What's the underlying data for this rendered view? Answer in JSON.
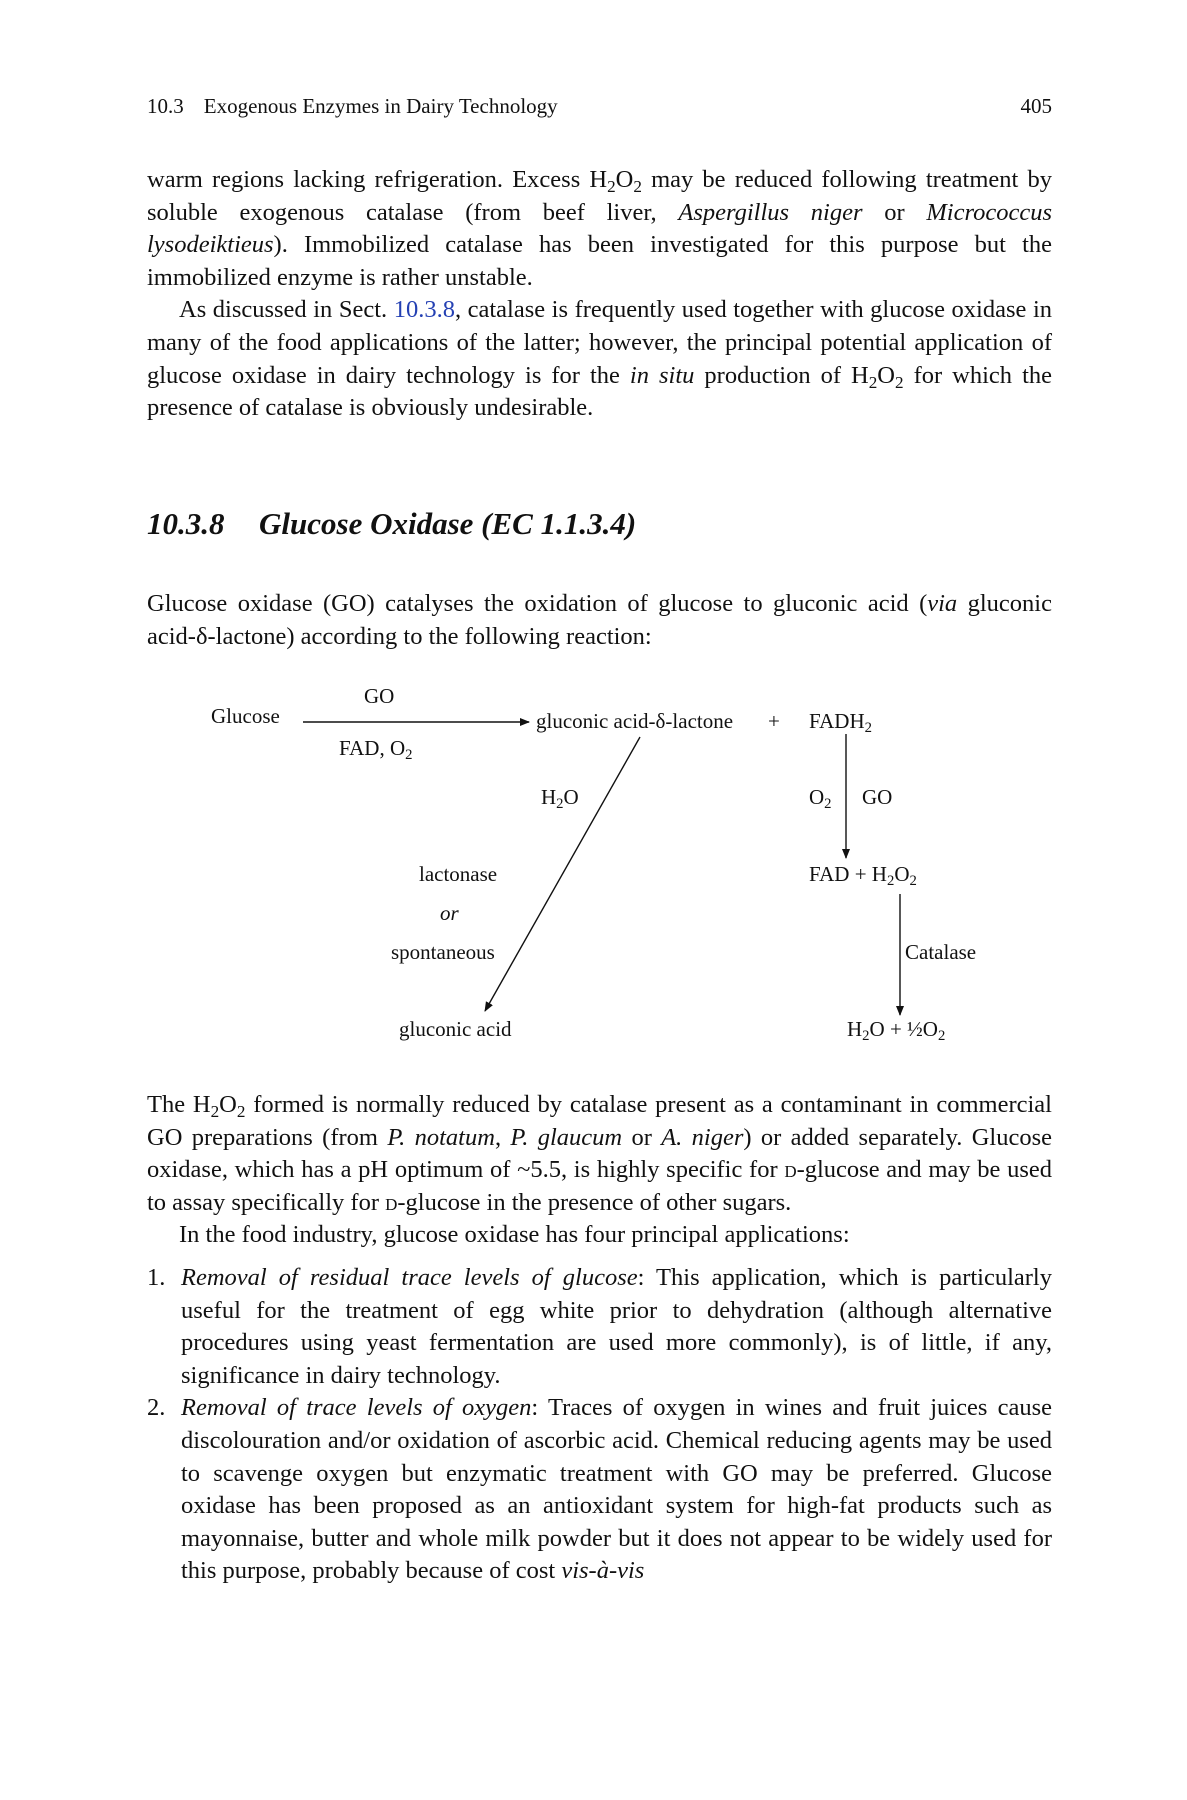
{
  "running_head": {
    "section": "10.3",
    "title": "Exogenous Enzymes in Dairy Technology",
    "page_number": "405"
  },
  "para1": {
    "t1": "warm regions lacking refrigeration. Excess H",
    "t2": " may be reduced following treatment by soluble exogenous catalase (from beef liver, ",
    "species1": "Aspergillus niger",
    "t3": " or ",
    "species2": "Micrococcus lysodeiktieus",
    "t4": "). Immobilized catalase has been investigated for this purpose but the immobilized enzyme is rather unstable."
  },
  "para2": {
    "t1": "As discussed in Sect. ",
    "link": "10.3.8",
    "t2": ", catalase is frequently used together with glucose oxidase in many of the food applications of the latter; however, the principal potential application of glucose oxidase in dairy technology is for the ",
    "italic": "in situ",
    "t3": " production of H",
    "t4": " for which the presence of catalase is obviously undesirable."
  },
  "heading": {
    "number": "10.3.8",
    "title": "Glucose Oxidase (EC 1.1.3.4)"
  },
  "para3": {
    "t1": "Glucose oxidase (GO) catalyses the oxidation of glucose to gluconic acid (",
    "italic": "via",
    "t2": " gluconic acid-δ-lactone) according to the following reaction:"
  },
  "diagram": {
    "glucose": "Glucose",
    "go_top": "GO",
    "fad_o": "FAD, O",
    "lactone": "gluconic acid-δ-lactone",
    "plus1": "+",
    "fadh": "FADH",
    "h2o_h": "H",
    "h2o_o": "O",
    "o2": "O",
    "go_right": "GO",
    "lactonase": "lactonase",
    "or": "or",
    "spontaneous": "spontaneous",
    "fad": "FAD",
    "plus2": "+",
    "h2o2": "H",
    "o2b": "O",
    "catalase": "Catalase",
    "gluconic": "gluconic acid",
    "water": "H",
    "water_o": "O",
    "plus3": "+",
    "half": "½O",
    "sub2": "2"
  },
  "para4": {
    "t1": "The H",
    "t2": " formed is normally reduced by catalase present as a contaminant in commercial GO preparations (from ",
    "sp1": "P. notatum",
    "c1": ", ",
    "sp2": "P. glaucum",
    "c2": " or ",
    "sp3": "A. niger",
    "t3": ") or added separately. Glucose oxidase, which has a pH optimum of ~5.5, is highly specific for ",
    "d1": "d",
    "t4": "-glucose and may be used to assay specifically for ",
    "d2": "d",
    "t5": "-glucose in the presence of other sugars."
  },
  "para5": "In the food industry, glucose oxidase has four principal applications:",
  "applications": [
    {
      "num": "1.",
      "title": "Removal of residual trace levels of glucose",
      "body": ": This application, which is particularly useful for the treatment of egg white prior to dehydration (although alternative procedures using yeast fermentation are used more commonly), is of little, if any, significance in dairy technology."
    },
    {
      "num": "2.",
      "title": "Removal of trace levels of oxygen",
      "body": ": Traces of oxygen in wines and fruit juices cause discolouration and/or oxidation of ascorbic acid. Chemical reducing agents may be used to scavenge oxygen but enzymatic treatment with GO may be preferred. Glucose oxidase has been proposed as an antioxidant system for high-fat products such as mayonnaise, butter and whole milk powder but it does not appear to be widely used for this purpose, probably because of cost ",
      "tail": "vis-à-vis"
    }
  ],
  "subscripts": {
    "two": "2"
  }
}
